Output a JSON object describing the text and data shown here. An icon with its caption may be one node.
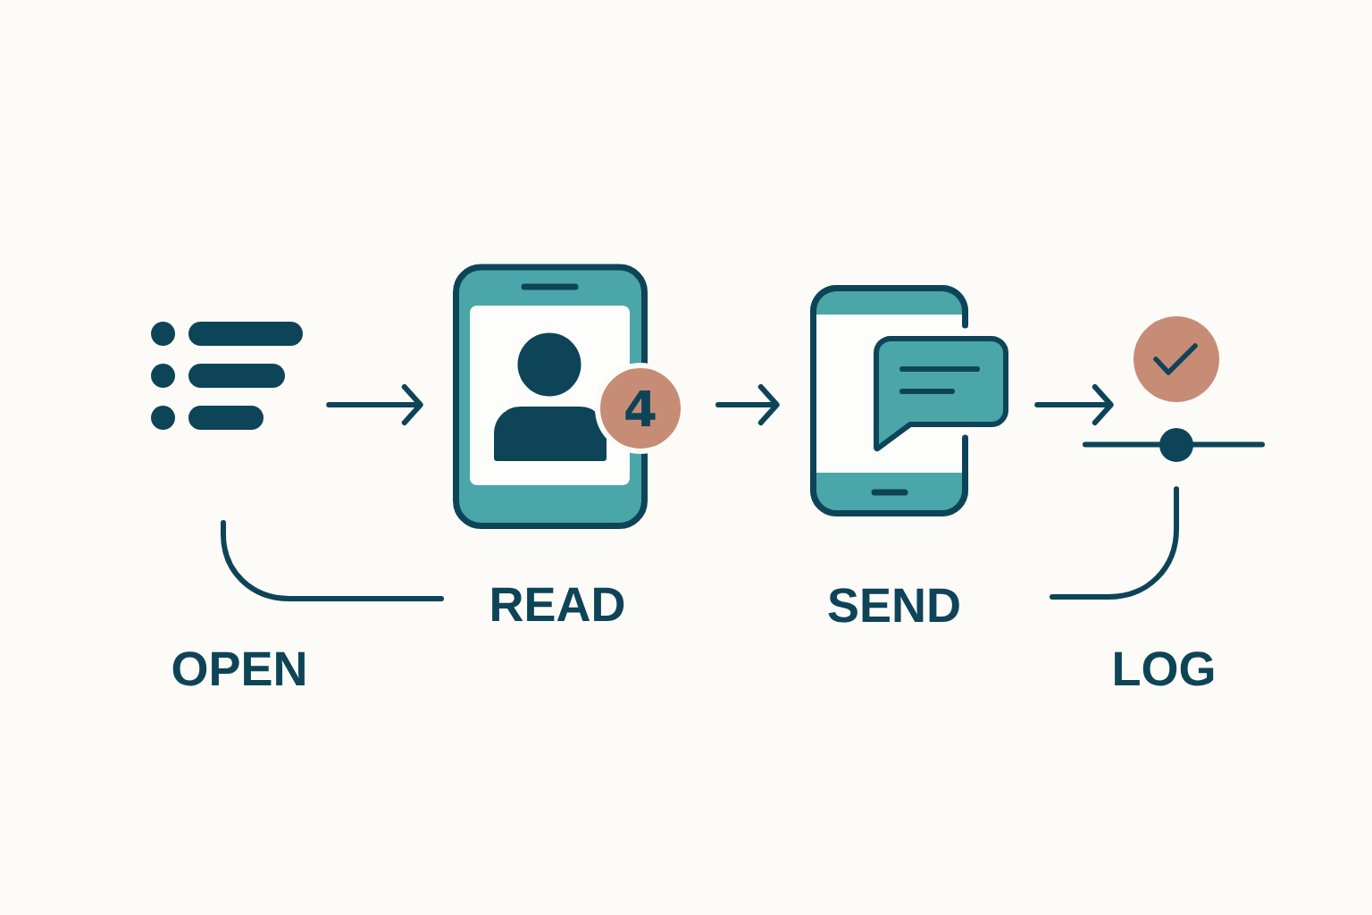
{
  "diagram": {
    "nodes": [
      {
        "text": [],
        "shape": "picture"
      },
      {
        "text": [],
        "shape": "picture",
        "beside": [
          "READ"
        ]
      },
      {
        "text": [
          "4"
        ]
      },
      {
        "text": [],
        "shape": "picture",
        "beside": [
          "SEND"
        ]
      },
      {
        "text": [],
        "shape": "circle"
      },
      {
        "text": [],
        "shape": "circle",
        "beside": [
          "LOG"
        ]
      }
    ],
    "edges": [
      {
        "from": 0,
        "to": 1,
        "arrow": "to"
      },
      {
        "from": 2,
        "to": 3,
        "arrow": "to"
      },
      {
        "from": 3,
        "to": 4,
        "arrow": "to"
      },
      {
        "from": 5,
        "to": null,
        "arrow": "none"
      }
    ],
    "labels": [
      "OPEN"
    ]
  }
}
